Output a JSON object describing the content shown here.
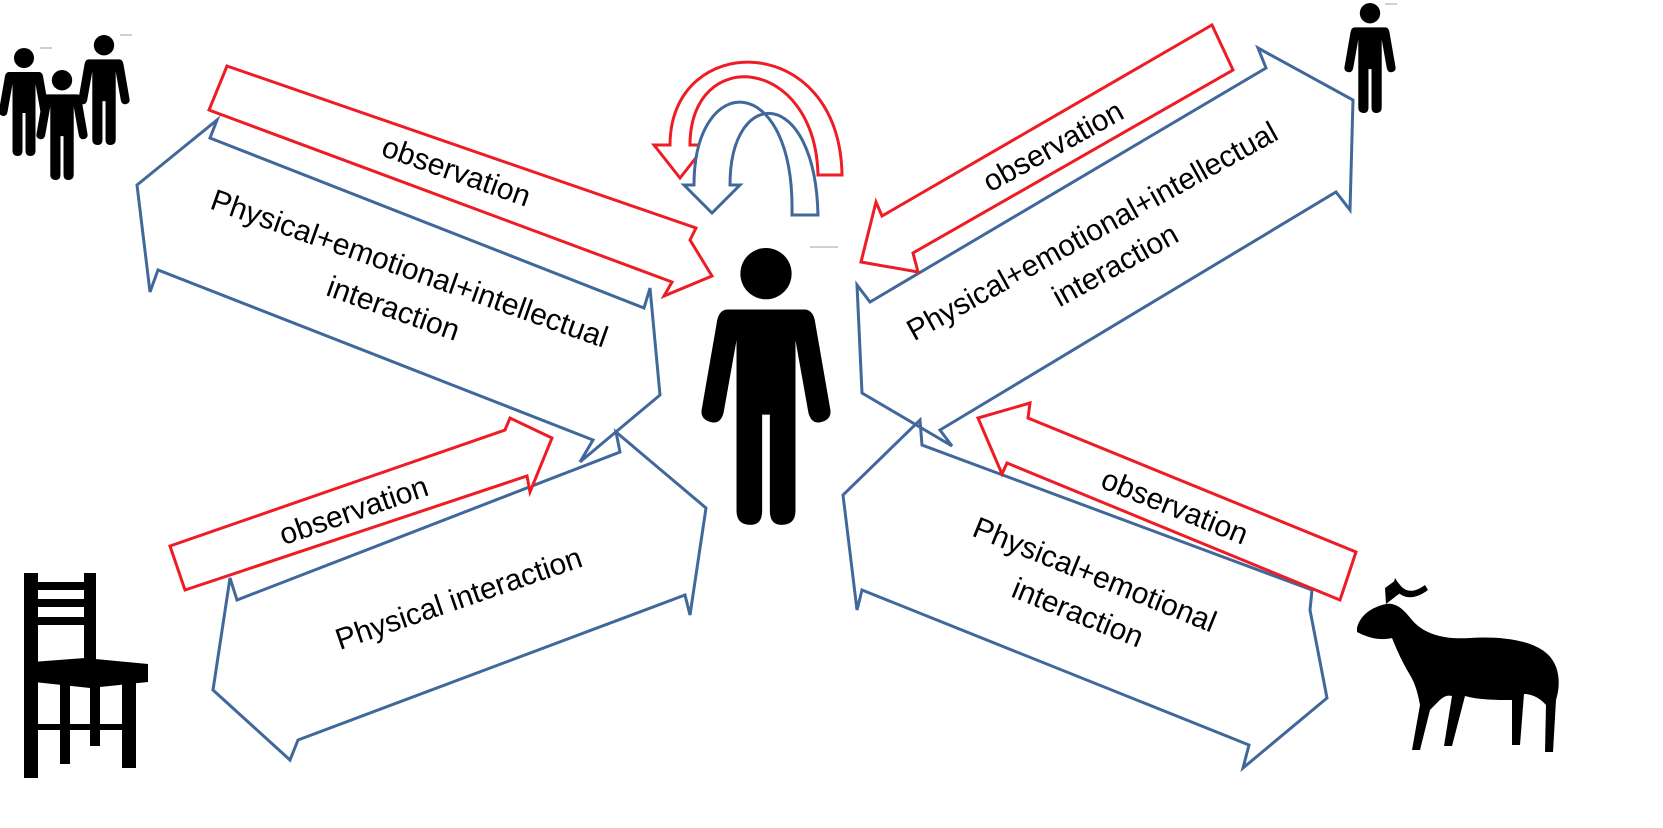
{
  "colors": {
    "observation_arrow": "#ee1c24",
    "interaction_arrow": "#41689b",
    "silhouette": "#000000",
    "background": "#ffffff"
  },
  "icons": {
    "center": "person-icon",
    "top_left": "group-of-people-icon",
    "top_right": "person-icon",
    "bottom_left": "chair-icon",
    "bottom_right": "antelope-icon"
  },
  "labels": {
    "top_left_observation": "observation",
    "top_left_interaction_line1": "Physical+emotional+intellectual",
    "top_left_interaction_line2": "interaction",
    "top_right_observation": "observation",
    "top_right_interaction_line1": "Physical+emotional+intellectual",
    "top_right_interaction_line2": "interaction",
    "bottom_left_observation": "observation",
    "bottom_left_interaction": "Physical interaction",
    "bottom_right_observation": "observation",
    "bottom_right_interaction_line1": "Physical+emotional",
    "bottom_right_interaction_line2": "interaction"
  }
}
